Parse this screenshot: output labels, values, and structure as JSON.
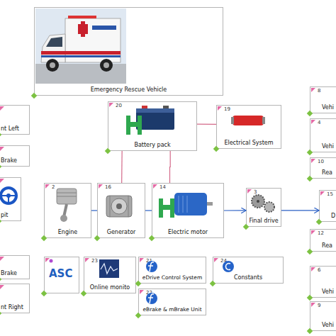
{
  "diagram": {
    "nodes": [
      {
        "text": [
          "Emergency Rescue Vehicle"
        ]
      },
      {
        "text": [
          "8",
          "Vehi"
        ]
      },
      {
        "text": [
          "nt Left"
        ]
      },
      {
        "text": [
          "20",
          "Battery pack"
        ]
      },
      {
        "text": [
          "19",
          "Electrical System"
        ]
      },
      {
        "text": [
          "4",
          "Vehi"
        ]
      },
      {
        "text": [
          "Brake"
        ]
      },
      {
        "text": [
          "10",
          "Rea"
        ]
      },
      {
        "text": [
          "pit"
        ]
      },
      {
        "text": [
          "2",
          "Engine"
        ]
      },
      {
        "text": [
          "16",
          "Generator"
        ]
      },
      {
        "text": [
          "14",
          "Electric motor"
        ]
      },
      {
        "text": [
          "3",
          "Final drive"
        ]
      },
      {
        "text": [
          "15",
          "D"
        ]
      },
      {
        "text": [
          "12",
          "Rea"
        ]
      },
      {
        "text": [
          "Brake"
        ]
      },
      {
        "text": [
          "ASC"
        ]
      },
      {
        "text": [
          "23",
          "Online monito"
        ]
      },
      {
        "text": [
          "21",
          "eDrive Control System"
        ]
      },
      {
        "text": [
          "24",
          "Constants"
        ]
      },
      {
        "text": [
          "6",
          "Vehi"
        ]
      },
      {
        "text": [
          "22",
          "eBrake & mBrake Unit"
        ]
      },
      {
        "text": [
          "nt Right"
        ]
      },
      {
        "text": [
          "9",
          "Vehi"
        ]
      }
    ],
    "edges": [
      {
        "from": 3,
        "to": 4,
        "arrow": "none"
      },
      {
        "from": 3,
        "to": 10,
        "arrow": "none"
      },
      {
        "from": 3,
        "to": 11,
        "arrow": "none"
      },
      {
        "from": 9,
        "to": 10,
        "arrow": "none"
      },
      {
        "from": 10,
        "to": 11,
        "arrow": "none"
      },
      {
        "from": 11,
        "to": 12,
        "arrow": "to"
      },
      {
        "from": 12,
        "to": 13,
        "arrow": "to"
      }
    ]
  }
}
